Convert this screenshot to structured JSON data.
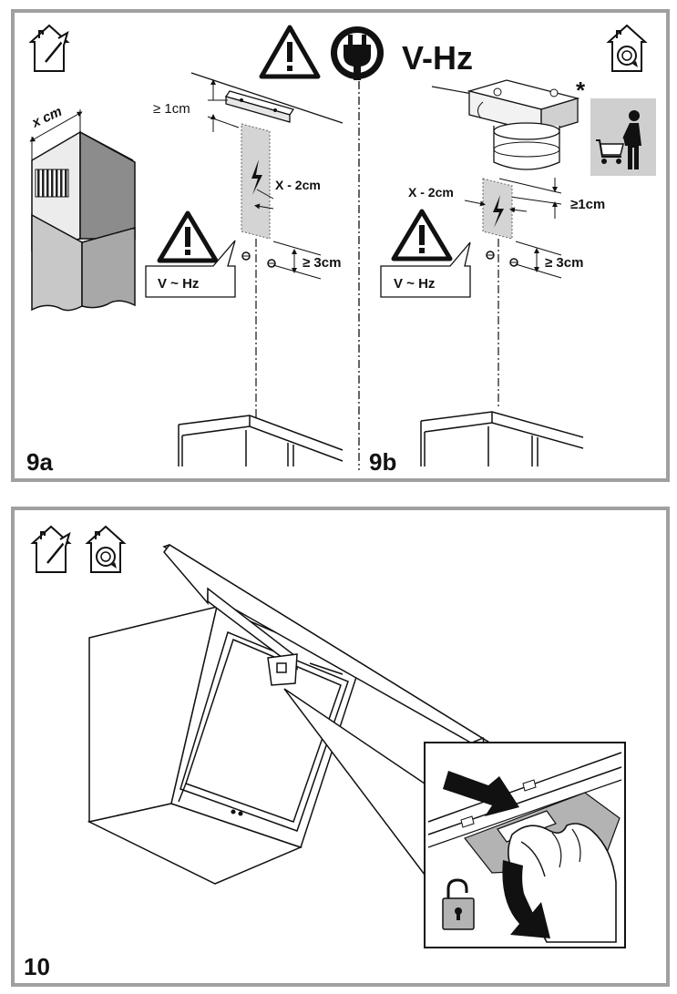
{
  "panel_top": {
    "header": {
      "voltage_label": "V-Hz"
    },
    "left": {
      "step_label": "9a",
      "width_label": "x cm",
      "dim_top": "≥ 1cm",
      "dim_x": "X - 2cm",
      "dim_bottom": "≥ 3cm",
      "warning_box": "V ~ Hz"
    },
    "right": {
      "step_label": "9b",
      "asterisk": "*",
      "dim_x": "X - 2cm",
      "dim_top": "≥1cm",
      "dim_bottom": "≥ 3cm",
      "warning_box": "V ~ Hz"
    }
  },
  "panel_bottom": {
    "step_label": "10"
  },
  "icons": {
    "exhaust": "house-exhaust-icon",
    "recirculation": "house-recirculation-icon",
    "warning": "warning-triangle-icon",
    "plug": "power-plug-icon",
    "shop": "shopping-cart-person-icon",
    "padlock": "padlock-open-icon"
  },
  "colors": {
    "frame": "#a0a0a0",
    "shade": "#d4d4d4",
    "ink": "#111111"
  }
}
